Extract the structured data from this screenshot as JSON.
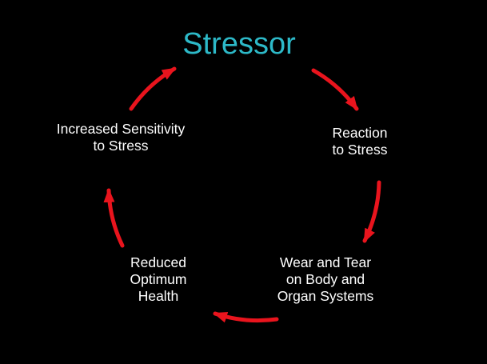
{
  "diagram": {
    "title": "Stressor",
    "colors": {
      "background": "#000000",
      "title": "#2db9c8",
      "arrow": "#e9141d",
      "text": "#ffffff"
    },
    "nodes": [
      {
        "id": "reaction-to-stress",
        "lines": [
          "Reaction",
          "to Stress"
        ]
      },
      {
        "id": "wear-and-tear",
        "lines": [
          "Wear and Tear",
          "on Body and",
          "Organ Systems"
        ]
      },
      {
        "id": "reduced-optimum-health",
        "lines": [
          "Reduced",
          "Optimum",
          "Health"
        ]
      },
      {
        "id": "increased-sensitivity",
        "lines": [
          "Increased Sensitivity",
          "to Stress"
        ]
      }
    ],
    "arrows": [
      {
        "from": "stressor",
        "to": "reaction-to-stress"
      },
      {
        "from": "reaction-to-stress",
        "to": "wear-and-tear"
      },
      {
        "from": "wear-and-tear",
        "to": "reduced-optimum-health"
      },
      {
        "from": "reduced-optimum-health",
        "to": "increased-sensitivity"
      },
      {
        "from": "increased-sensitivity",
        "to": "stressor"
      }
    ]
  }
}
